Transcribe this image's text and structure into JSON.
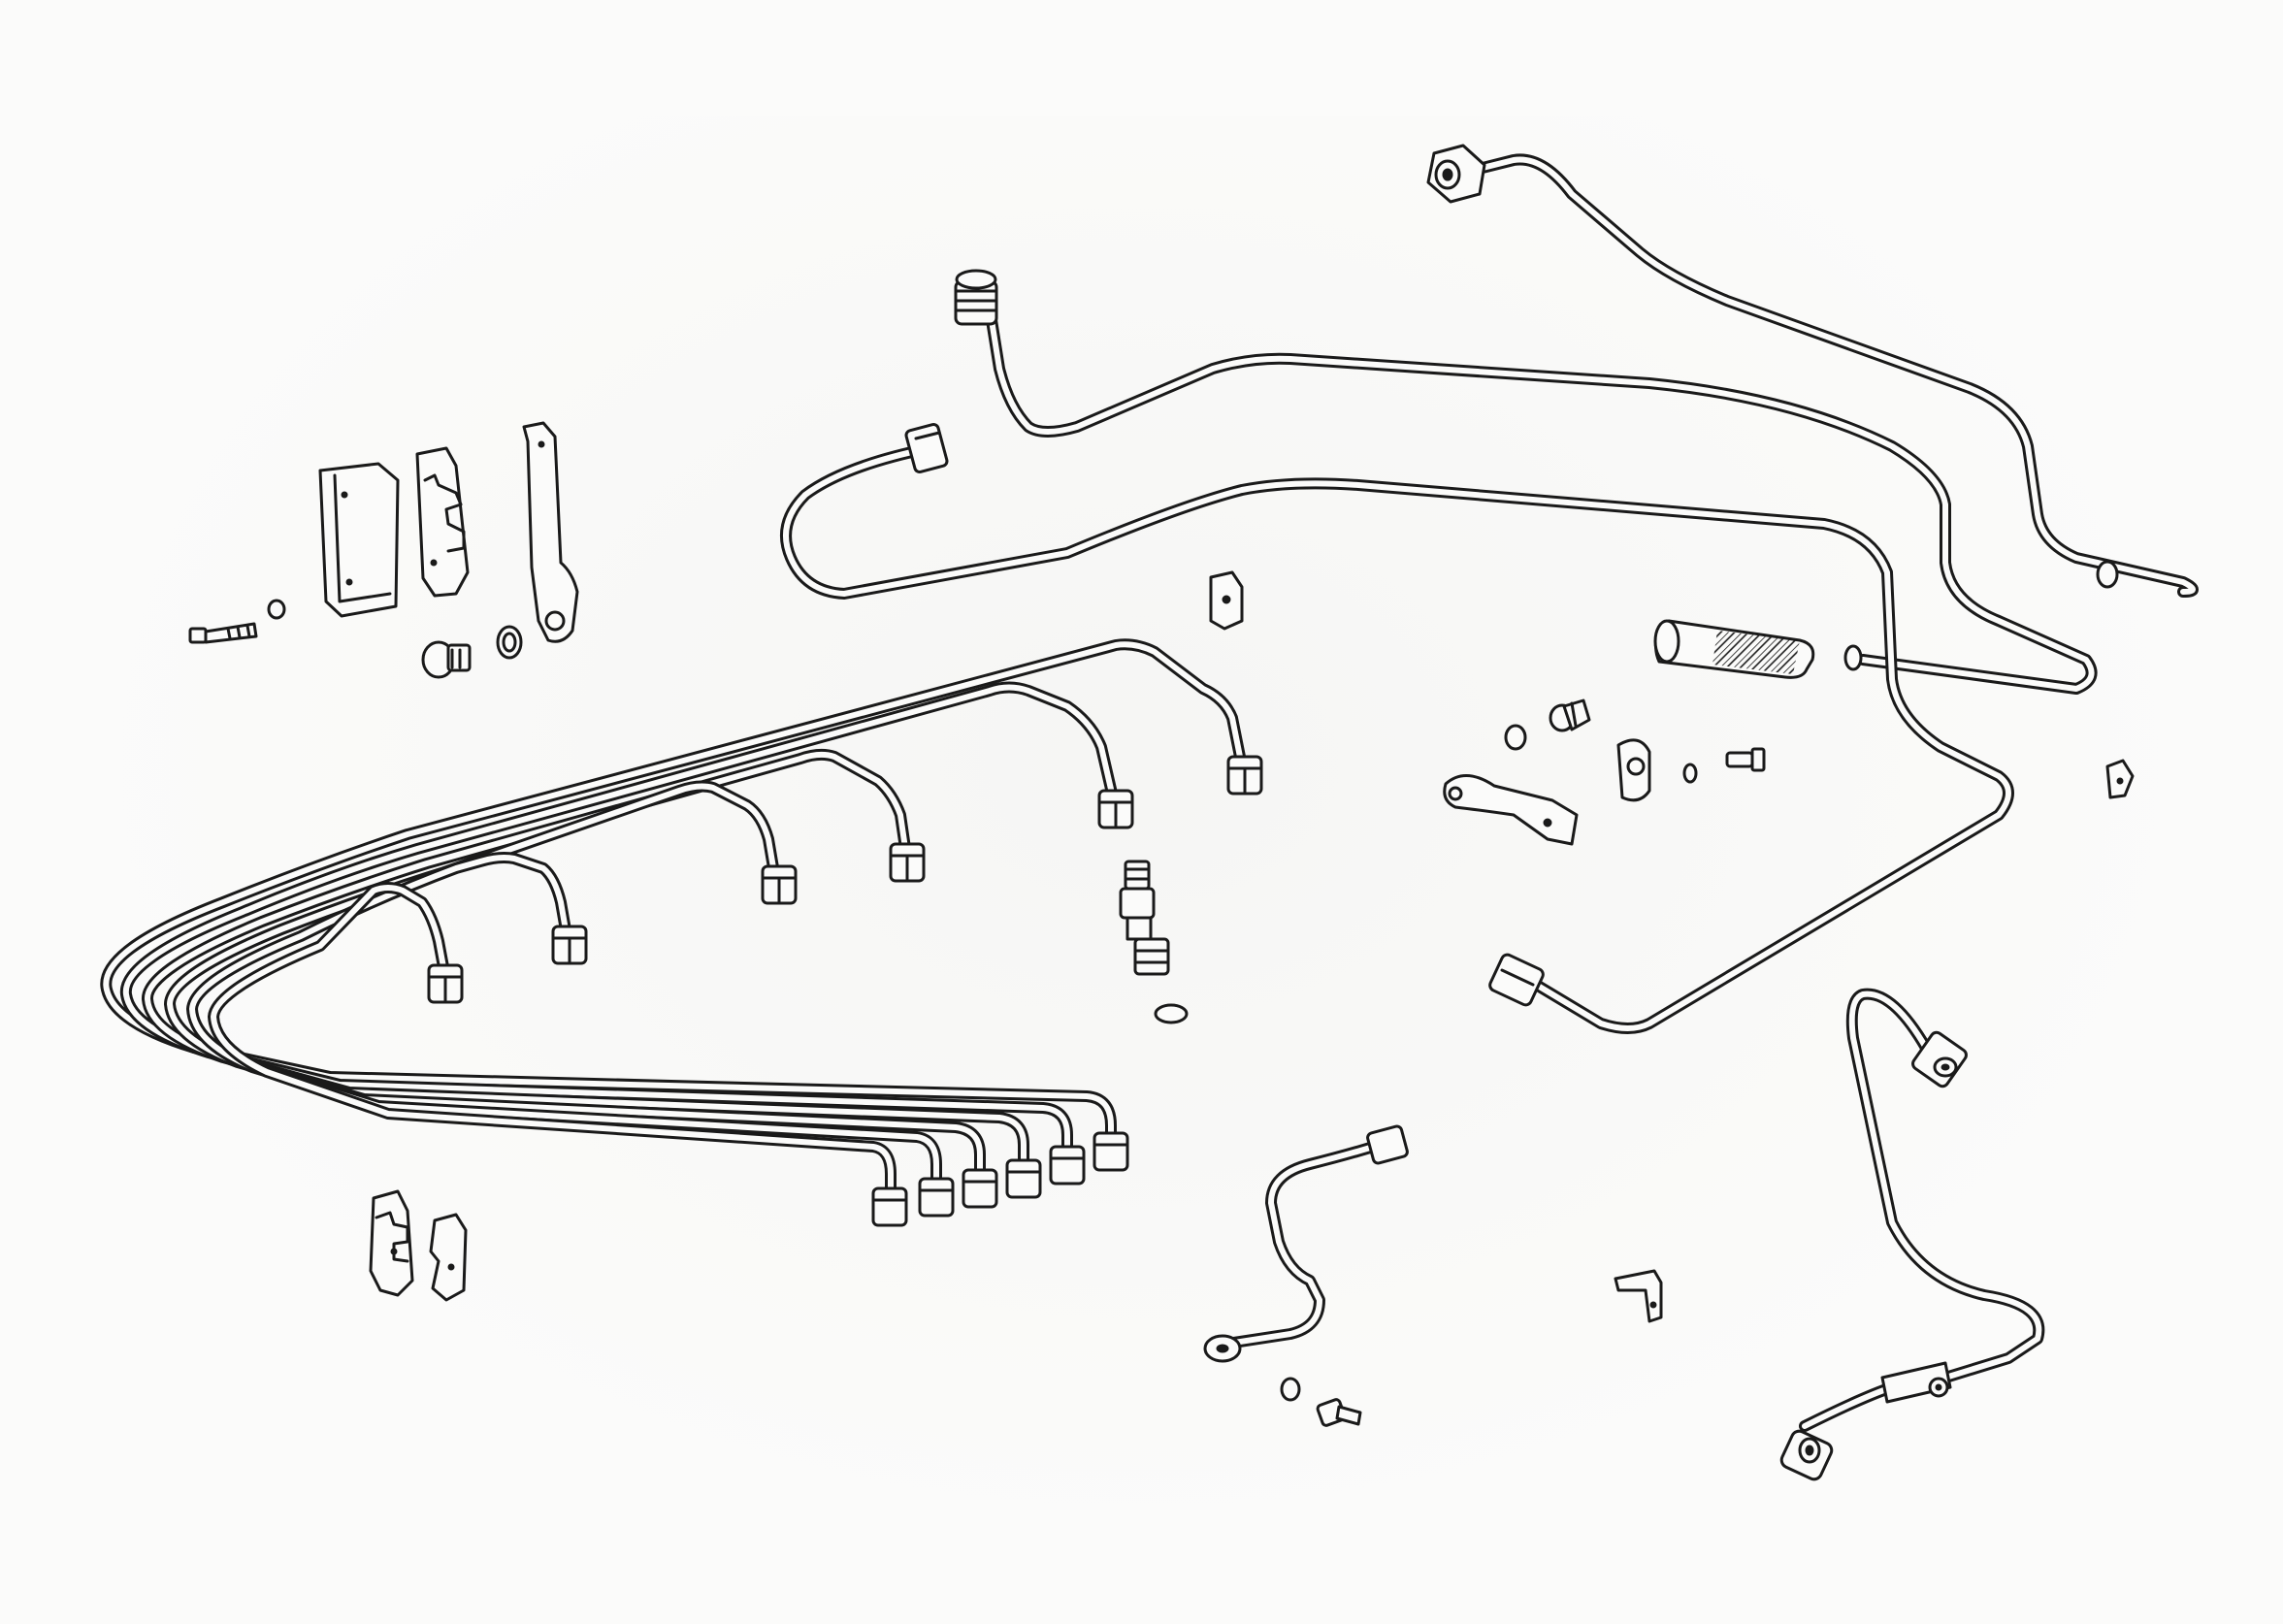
{
  "diagram": {
    "style": "exploded line drawing, black ink on white",
    "palette": {
      "ink": "#1a1a1a",
      "paper": "#fbfbfa"
    },
    "groups": [
      "injection-line-set",
      "long-return-pipes",
      "mounting-brackets",
      "clamp-blocks",
      "fasteners",
      "injector",
      "short-bent-pipe",
      "right-bent-pipe",
      "rubber-hose"
    ]
  }
}
